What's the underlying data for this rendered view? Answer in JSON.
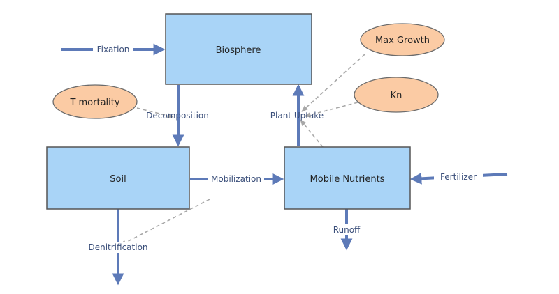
{
  "stocks": {
    "biosphere": "Biosphere",
    "soil": "Soil",
    "mobile_nutrients": "Mobile Nutrients"
  },
  "variables": {
    "max_growth": "Max Growth",
    "kn": "Kn",
    "t_mortality": "T mortality"
  },
  "flows": {
    "fixation": "Fixation",
    "decomposition": "Decomposition",
    "plant_uptake": "Plant Uptake",
    "mobilization": "Mobilization",
    "fertilizer": "Fertilizer",
    "runoff": "Runoff",
    "denitrification": "Denitrification"
  },
  "colors": {
    "stock_fill": "#a9d4f7",
    "stock_stroke": "#555555",
    "variable_fill": "#fbcba4",
    "variable_stroke": "#6b6b6b",
    "flow": "#5d7ab8",
    "link": "#a8a8a8"
  }
}
